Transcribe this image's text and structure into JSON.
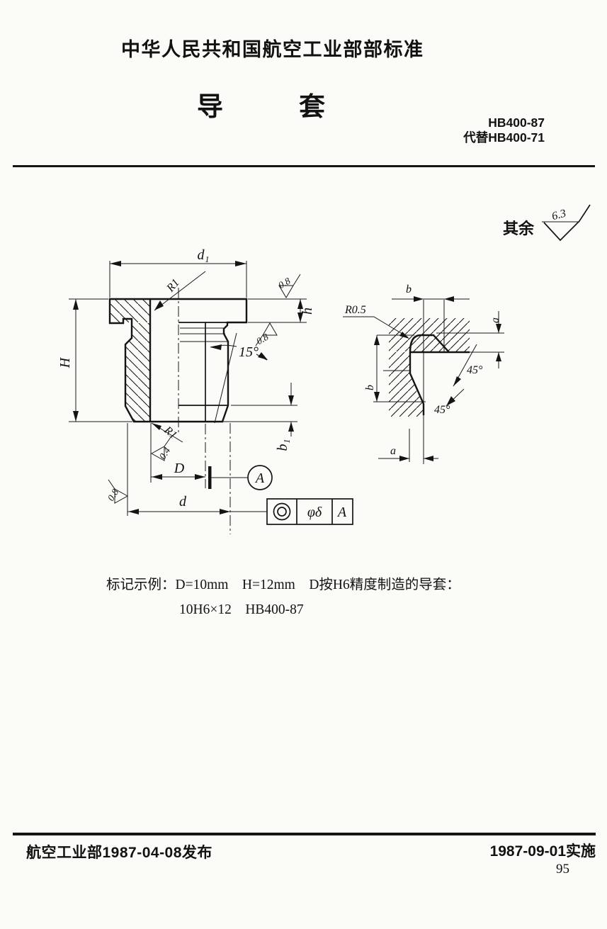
{
  "header": {
    "org_line": "中华人民共和国航空工业部部标准",
    "title_char1": "导",
    "title_char2": "套",
    "std_no": "HB400-87",
    "replaces": "代替HB400-71"
  },
  "drawing": {
    "general_note": {
      "prefix": "其余",
      "roughness": "6.3"
    },
    "main_view": {
      "labels": {
        "d1": "d₁",
        "r1_top": "R1",
        "r1_bottom": "R1",
        "finish_top": "0.8",
        "finish_under_flange": "0.8",
        "finish_bore": "0.4",
        "finish_outer": "0.8",
        "overall_height": "H",
        "flange_thickness": "h",
        "taper_angle": "15°",
        "lead_height": "b₁",
        "bore_diameter": "D",
        "outer_diameter": "d",
        "datum": "A"
      },
      "feature_control_frame": {
        "symbol": "concentricity",
        "tolerance": "φδ",
        "datum": "A"
      }
    },
    "detail_view": {
      "labels": {
        "radius": "R0.5",
        "width_top": "b",
        "depth_right": "a",
        "chamfer_upper": "45°",
        "chamfer_lower": "45°",
        "height_left": "b",
        "depth_bottom": "a"
      }
    }
  },
  "example": {
    "line1": "标记示例：D=10mm　H=12mm　D按H6精度制造的导套：",
    "line2": "10H6×12　HB400-87"
  },
  "footer": {
    "issued": "航空工业部1987-04-08发布",
    "effective": "1987-09-01实施",
    "page_number": "95"
  }
}
